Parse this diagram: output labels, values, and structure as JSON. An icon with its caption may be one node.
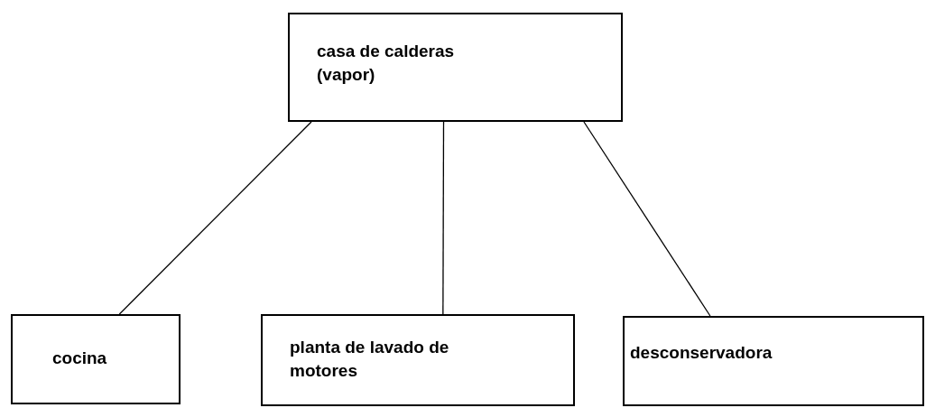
{
  "diagram": {
    "nodes": [
      {
        "text": [
          "casa de calderas (vapor)"
        ]
      },
      {
        "text": [
          "cocina"
        ]
      },
      {
        "text": [
          "planta de lavado de motores"
        ]
      },
      {
        "text": [
          "desconservadora"
        ]
      }
    ],
    "edges": [
      {
        "from": 0,
        "to": 1,
        "arrow": "none"
      },
      {
        "from": 0,
        "to": 2,
        "arrow": "none"
      },
      {
        "from": 0,
        "to": 3,
        "arrow": "none"
      }
    ]
  }
}
